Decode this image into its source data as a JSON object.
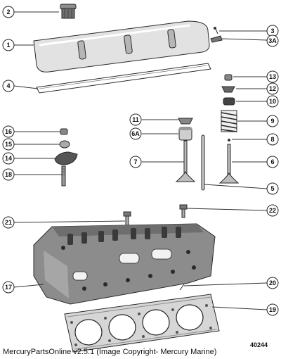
{
  "figure_number": "40244",
  "footer": "MercuryPartsOnline v2.5.1 (Image Copyright- Mercury Marine)",
  "callouts": [
    {
      "id": "c1",
      "label": "1"
    },
    {
      "id": "c2",
      "label": "2"
    },
    {
      "id": "c3",
      "label": "3"
    },
    {
      "id": "c3a",
      "label": "3A"
    },
    {
      "id": "c4",
      "label": "4"
    },
    {
      "id": "c5",
      "label": "5"
    },
    {
      "id": "c6",
      "label": "6"
    },
    {
      "id": "c6a",
      "label": "6A"
    },
    {
      "id": "c7",
      "label": "7"
    },
    {
      "id": "c8",
      "label": "8"
    },
    {
      "id": "c9",
      "label": "9"
    },
    {
      "id": "c10",
      "label": "10"
    },
    {
      "id": "c11",
      "label": "11"
    },
    {
      "id": "c12",
      "label": "12"
    },
    {
      "id": "c13",
      "label": "13"
    },
    {
      "id": "c14",
      "label": "14"
    },
    {
      "id": "c15",
      "label": "15"
    },
    {
      "id": "c16",
      "label": "16"
    },
    {
      "id": "c17",
      "label": "17"
    },
    {
      "id": "c18",
      "label": "18"
    },
    {
      "id": "c19",
      "label": "19"
    },
    {
      "id": "c20",
      "label": "20"
    },
    {
      "id": "c21",
      "label": "21"
    },
    {
      "id": "c22",
      "label": "22"
    }
  ]
}
